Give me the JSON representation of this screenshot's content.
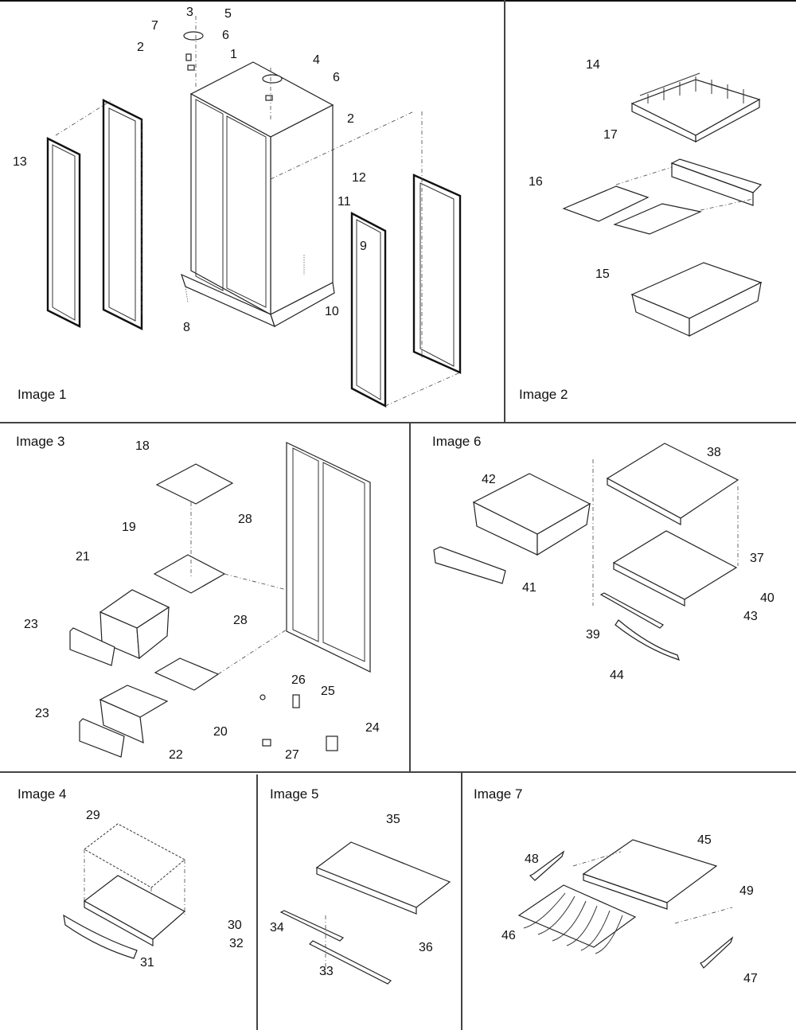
{
  "document": {
    "type": "exploded parts diagram",
    "panels": [
      {
        "id": "image1",
        "title": "Image 1",
        "callouts": [
          "1",
          "2",
          "2",
          "3",
          "4",
          "5",
          "6",
          "6",
          "7",
          "8",
          "9",
          "10",
          "11",
          "12",
          "13"
        ]
      },
      {
        "id": "image2",
        "title": "Image 2",
        "callouts": [
          "14",
          "15",
          "16",
          "17"
        ]
      },
      {
        "id": "image3",
        "title": "Image 3",
        "callouts": [
          "18",
          "19",
          "20",
          "21",
          "22",
          "23",
          "23",
          "24",
          "25",
          "26",
          "27",
          "28",
          "28"
        ]
      },
      {
        "id": "image6",
        "title": "Image 6",
        "callouts": [
          "37",
          "38",
          "39",
          "40",
          "41",
          "42",
          "43",
          "44"
        ]
      },
      {
        "id": "image4",
        "title": "Image 4",
        "callouts": [
          "29",
          "30",
          "31",
          "32"
        ]
      },
      {
        "id": "image5",
        "title": "Image 5",
        "callouts": [
          "33",
          "34",
          "35",
          "36"
        ]
      },
      {
        "id": "image7",
        "title": "Image 7",
        "callouts": [
          "45",
          "46",
          "47",
          "48",
          "49"
        ]
      }
    ]
  },
  "labels": {
    "image1": {
      "c1": "1",
      "c2a": "2",
      "c2b": "2",
      "c3": "3",
      "c4": "4",
      "c5": "5",
      "c6a": "6",
      "c6b": "6",
      "c7": "7",
      "c8": "8",
      "c9": "9",
      "c10": "10",
      "c11": "11",
      "c12": "12",
      "c13": "13"
    },
    "image2": {
      "c14": "14",
      "c15": "15",
      "c16": "16",
      "c17": "17"
    },
    "image3": {
      "c18": "18",
      "c19": "19",
      "c20": "20",
      "c21": "21",
      "c22": "22",
      "c23a": "23",
      "c23b": "23",
      "c24": "24",
      "c25": "25",
      "c26": "26",
      "c27": "27",
      "c28a": "28",
      "c28b": "28"
    },
    "image6": {
      "c37": "37",
      "c38": "38",
      "c39": "39",
      "c40": "40",
      "c41": "41",
      "c42": "42",
      "c43": "43",
      "c44": "44"
    },
    "image4": {
      "c29": "29",
      "c30": "30",
      "c31": "31",
      "c32": "32"
    },
    "image5": {
      "c33": "33",
      "c34": "34",
      "c35": "35",
      "c36": "36"
    },
    "image7": {
      "c45": "45",
      "c46": "46",
      "c47": "47",
      "c48": "48",
      "c49": "49"
    }
  }
}
